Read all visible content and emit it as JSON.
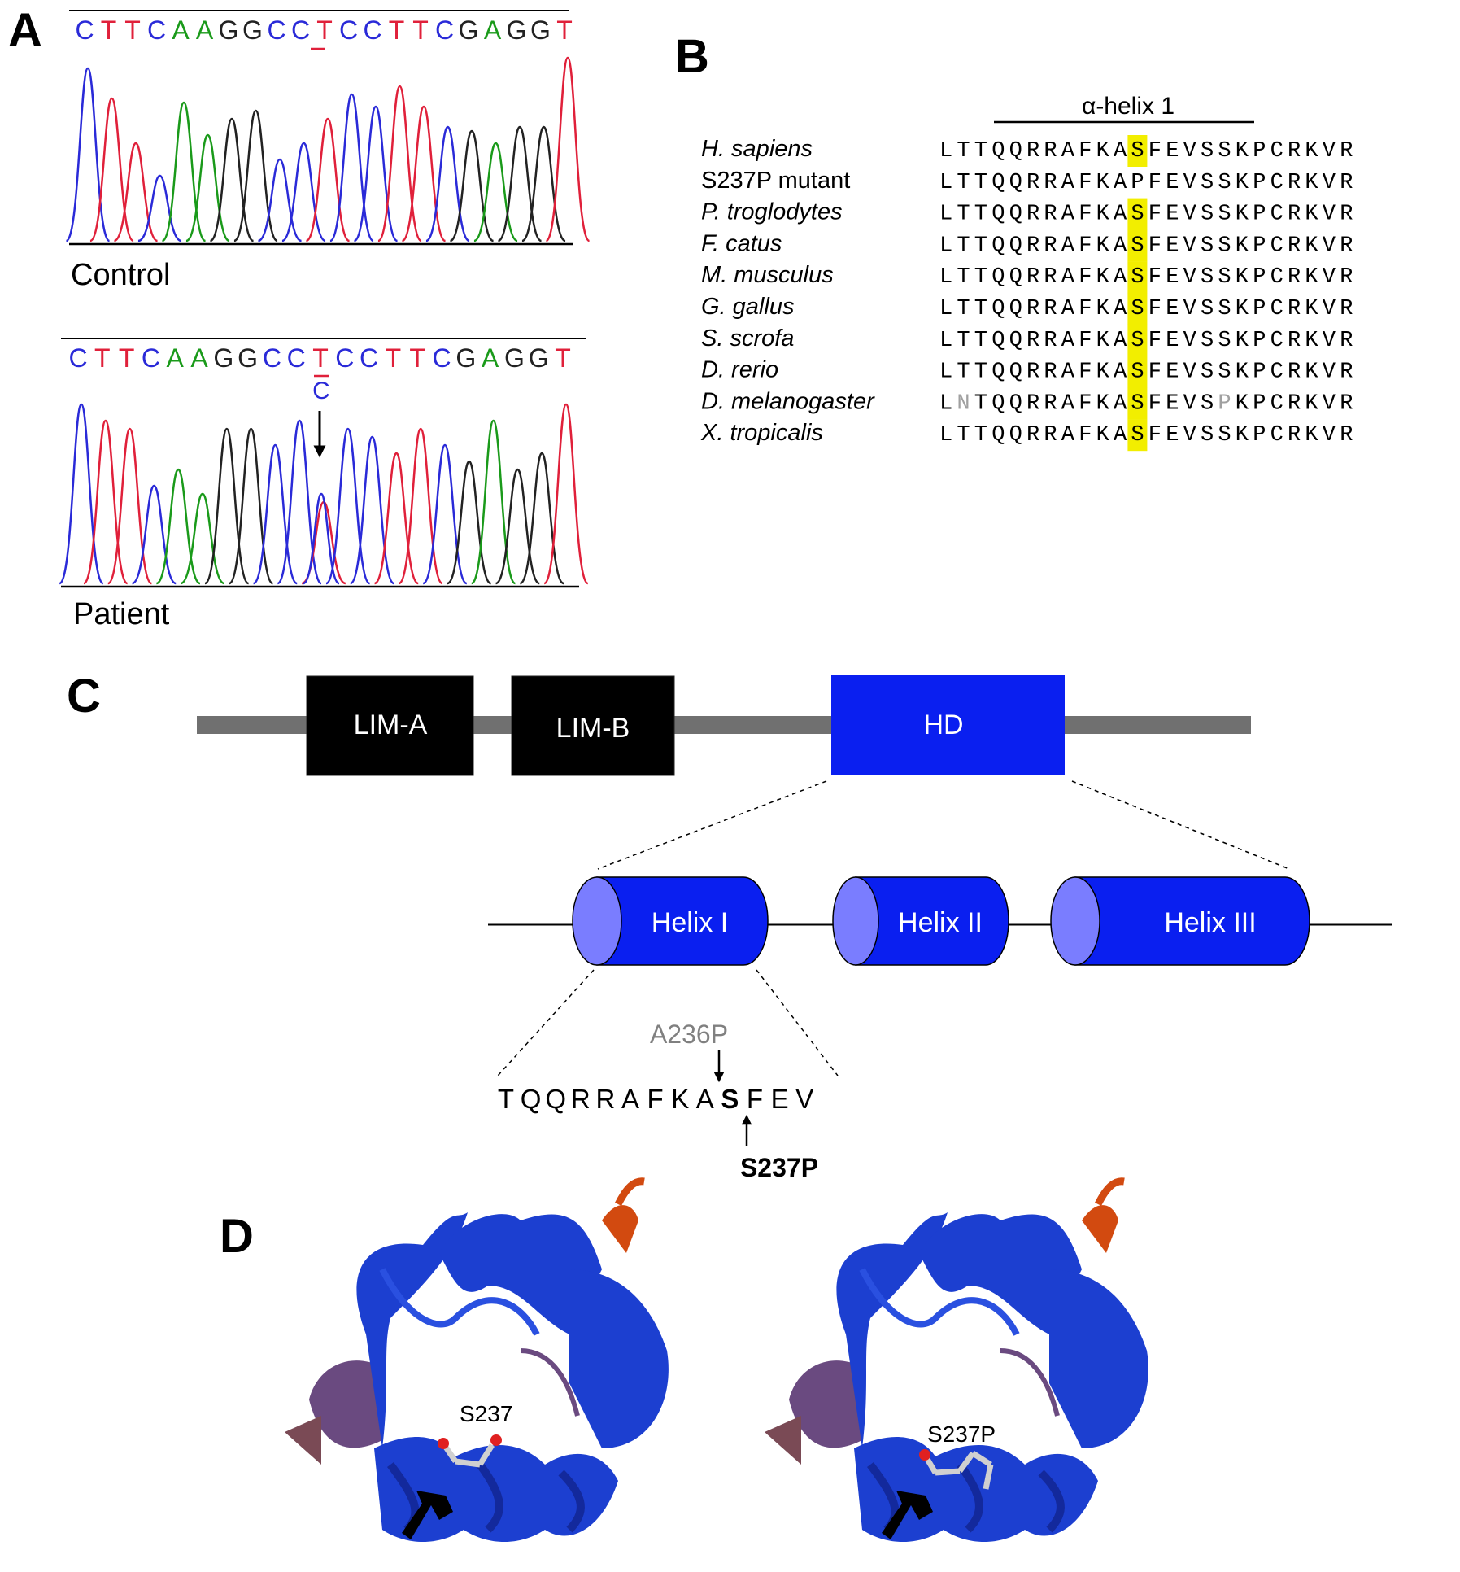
{
  "panels": {
    "a": "A",
    "b": "B",
    "c": "C",
    "d": "D"
  },
  "panel_a": {
    "colors": {
      "A": "#1a9a1a",
      "C": "#2a2ad8",
      "G": "#222222",
      "T": "#e0203a"
    },
    "control": {
      "label": "Control",
      "bases": [
        "C",
        "T",
        "T",
        "C",
        "A",
        "A",
        "G",
        "G",
        "C",
        "C",
        "T",
        "C",
        "C",
        "T",
        "T",
        "C",
        "G",
        "A",
        "G",
        "G",
        "T"
      ]
    },
    "patient": {
      "label": "Patient",
      "bases": [
        "C",
        "T",
        "T",
        "C",
        "A",
        "A",
        "G",
        "G",
        "C",
        "C",
        "T",
        "C",
        "C",
        "T",
        "T",
        "C",
        "G",
        "A",
        "G",
        "G",
        "T"
      ],
      "variant_call": "C"
    }
  },
  "panel_b": {
    "helix_label": "α-helix 1",
    "highlight_color": "#f2ee00",
    "rows": [
      {
        "species": "H. sapiens",
        "italic": true,
        "seq": "LTTQQRRAFKASFEVSSKPCRKVR",
        "grey": []
      },
      {
        "species": "S237P mutant",
        "italic": false,
        "seq": "LTTQQRRAFKAPFEVSSKPCRKVR",
        "grey": []
      },
      {
        "species": "P. troglodytes",
        "italic": true,
        "seq": "LTTQQRRAFKASFEVSSKPCRKVR",
        "grey": []
      },
      {
        "species": "F. catus",
        "italic": true,
        "seq": "LTTQQRRAFKASFEVSSKPCRKVR",
        "grey": []
      },
      {
        "species": "M. musculus",
        "italic": true,
        "seq": "LTTQQRRAFKASFEVSSKPCRKVR",
        "grey": []
      },
      {
        "species": "G. gallus",
        "italic": true,
        "seq": "LTTQQRRAFKASFEVSSKPCRKVR",
        "grey": []
      },
      {
        "species": "S. scrofa",
        "italic": true,
        "seq": "LTTQQRRAFKASFEVSSKPCRKVR",
        "grey": []
      },
      {
        "species": "D. rerio",
        "italic": true,
        "seq": "LTTQQRRAFKASFEVSSKPCRKVR",
        "grey": []
      },
      {
        "species": "D. melanogaster",
        "italic": true,
        "seq": "LNTQQRRAFKASFEVSPKPCRKVR",
        "grey": [
          1,
          16
        ]
      },
      {
        "species": "X. tropicalis",
        "italic": true,
        "seq": "LTTQQRRAFKASFEVSSKPCRKVR",
        "grey": []
      }
    ]
  },
  "panel_c": {
    "domains": {
      "lim_a": "LIM-A",
      "lim_b": "LIM-B",
      "hd": "HD"
    },
    "helices": [
      "Helix I",
      "Helix II",
      "Helix III"
    ],
    "sequence": [
      "T",
      "Q",
      "Q",
      "R",
      "R",
      "A",
      "F",
      "K",
      "A",
      "S",
      "F",
      "E",
      "V"
    ],
    "mutation_above": "A236P",
    "mutation_below": "S237P",
    "colors": {
      "domain_dark": "#000000",
      "domain_blue": "#0a1ff0",
      "cap": "#7a7dff",
      "backbone": "#707070"
    }
  },
  "panel_d": {
    "left_label": "S237",
    "right_label": "S237P",
    "colors": {
      "ribbon": "#1c3fd0",
      "ribbon_dark": "#13299c",
      "tail": "#6a4a80",
      "orange": "#d24a10"
    }
  }
}
